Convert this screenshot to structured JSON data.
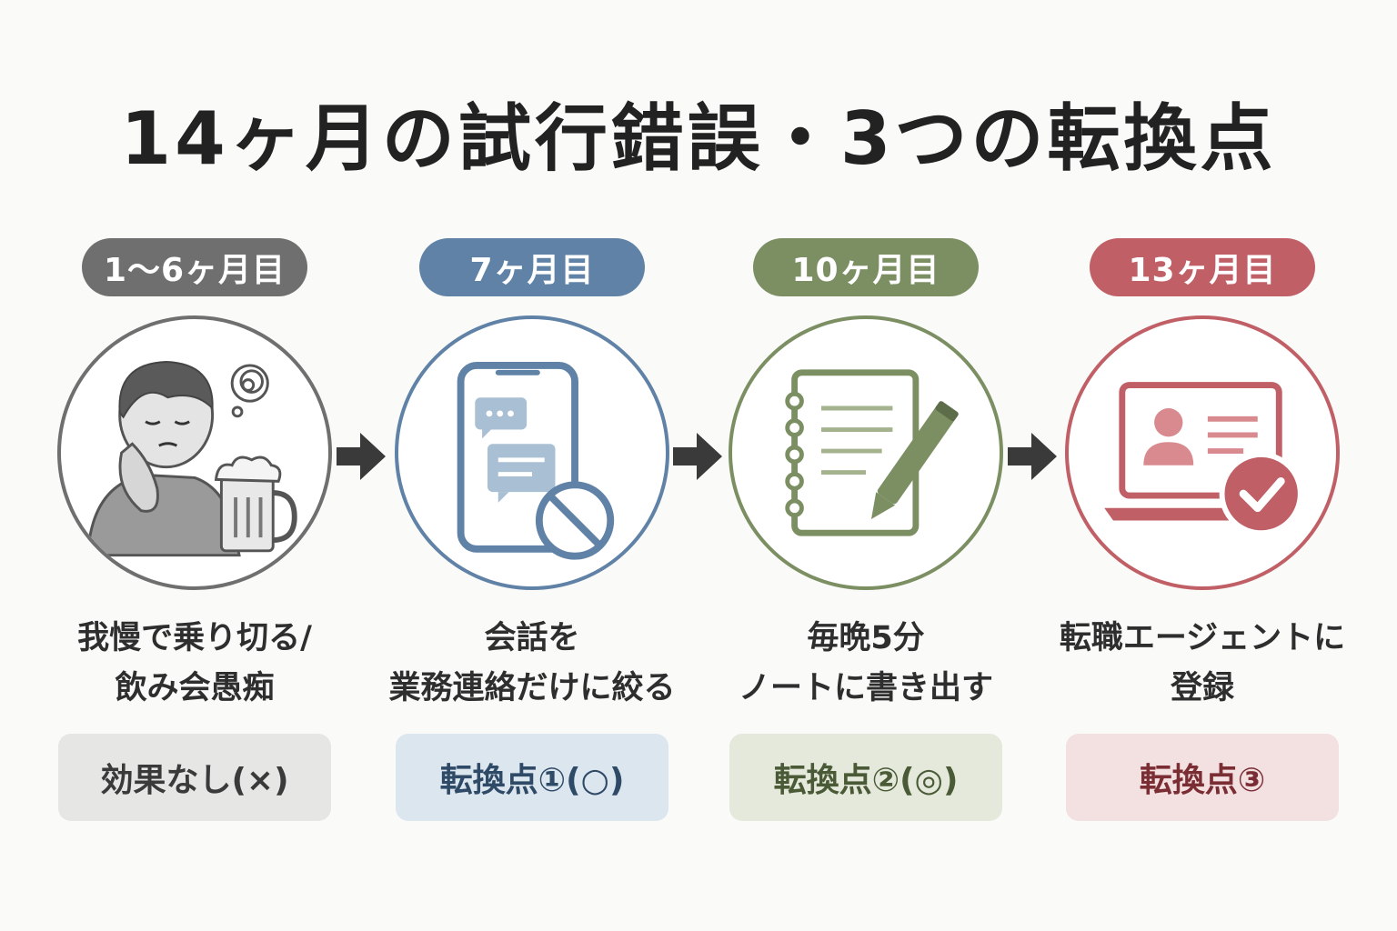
{
  "title": "14ヶ月の試行錯誤・3つの転換点",
  "colors": {
    "gray": "#6f6f6f",
    "blue": "#5f82a6",
    "green": "#7b8f62",
    "red": "#c05f66",
    "arrow": "#3a3a3a"
  },
  "steps": [
    {
      "period": "1〜6ヶ月目",
      "icon": "tired-man-with-beer-icon",
      "desc_line1": "我慢で乗り切る/",
      "desc_line2": "飲み会愚痴",
      "result": "効果なし(×)"
    },
    {
      "period": "7ヶ月目",
      "icon": "smartphone-chat-prohibited-icon",
      "desc_line1": "会話を",
      "desc_line2": "業務連絡だけに絞る",
      "result": "転換点①(○)"
    },
    {
      "period": "10ヶ月目",
      "icon": "notebook-pen-icon",
      "desc_line1": "毎晩5分",
      "desc_line2": "ノートに書き出す",
      "result": "転換点②(◎)"
    },
    {
      "period": "13ヶ月目",
      "icon": "laptop-profile-check-icon",
      "desc_line1": "転職エージェントに",
      "desc_line2": "登録",
      "result": "転換点③"
    }
  ]
}
